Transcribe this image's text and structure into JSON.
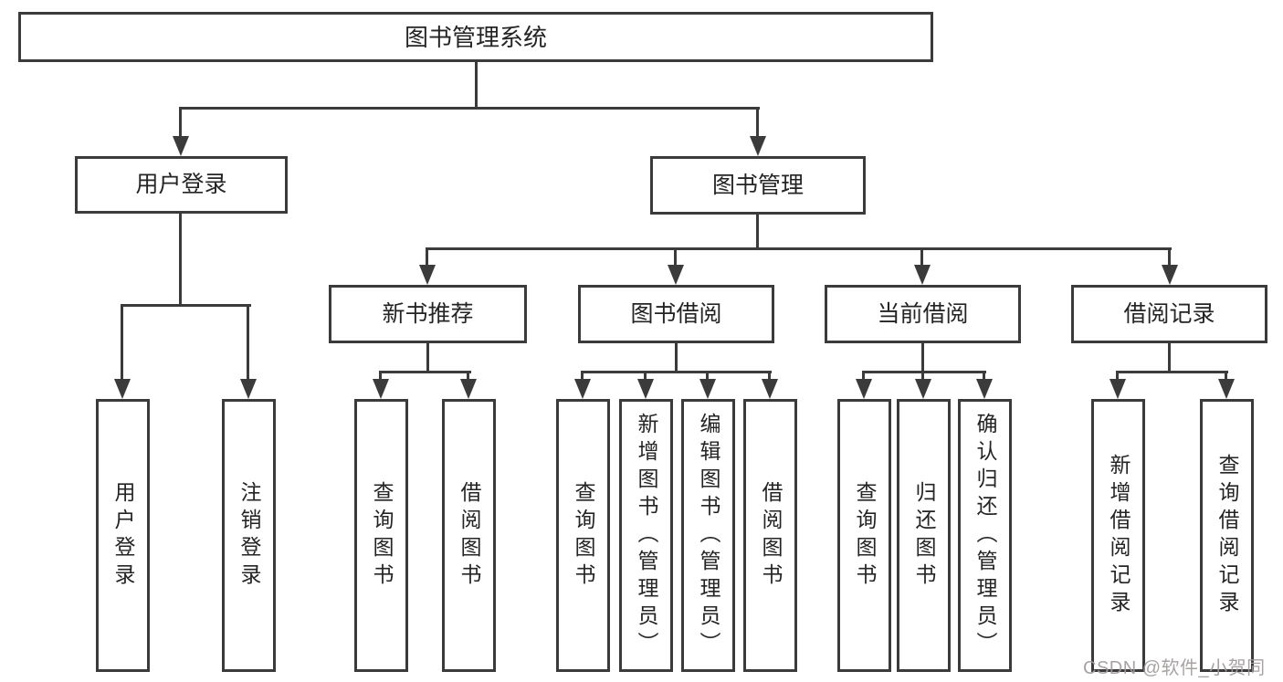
{
  "tree": {
    "root": "图书管理系统",
    "children": [
      {
        "label": "用户登录",
        "children": [
          "用户登录",
          "注销登录"
        ]
      },
      {
        "label": "图书管理",
        "children": [
          {
            "label": "新书推荐",
            "children": [
              "查询图书",
              "借阅图书"
            ]
          },
          {
            "label": "图书借阅",
            "children": [
              "查询图书",
              "新增图书（管理员）",
              "编辑图书（管理员）",
              "借阅图书"
            ]
          },
          {
            "label": "当前借阅",
            "children": [
              "查询图书",
              "归还图书",
              "确认归还（管理员）"
            ]
          },
          {
            "label": "借阅记录",
            "children": [
              "新增借阅记录",
              "查询借阅记录"
            ]
          }
        ]
      }
    ]
  },
  "watermark": "CSDN @软件_小贺同学",
  "colors": {
    "line": "#3b3b3b",
    "text": "#242424",
    "watermark": "#a29b9b",
    "background": "#ffffff"
  }
}
